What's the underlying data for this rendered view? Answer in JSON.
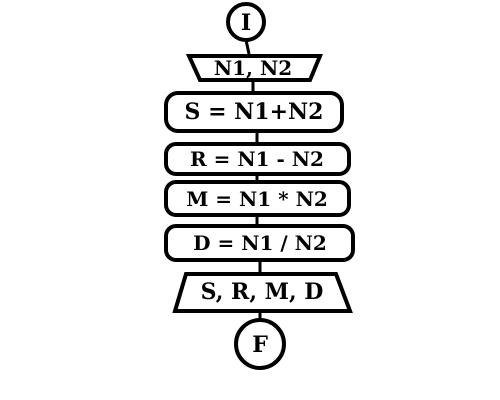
{
  "flowchart": {
    "start": "I",
    "input": "N1, N2",
    "steps": [
      "S = N1+N2",
      "R = N1 - N2",
      "M = N1 * N2",
      "D = N1 / N2"
    ],
    "output": "S, R, M, D",
    "end": "F"
  }
}
